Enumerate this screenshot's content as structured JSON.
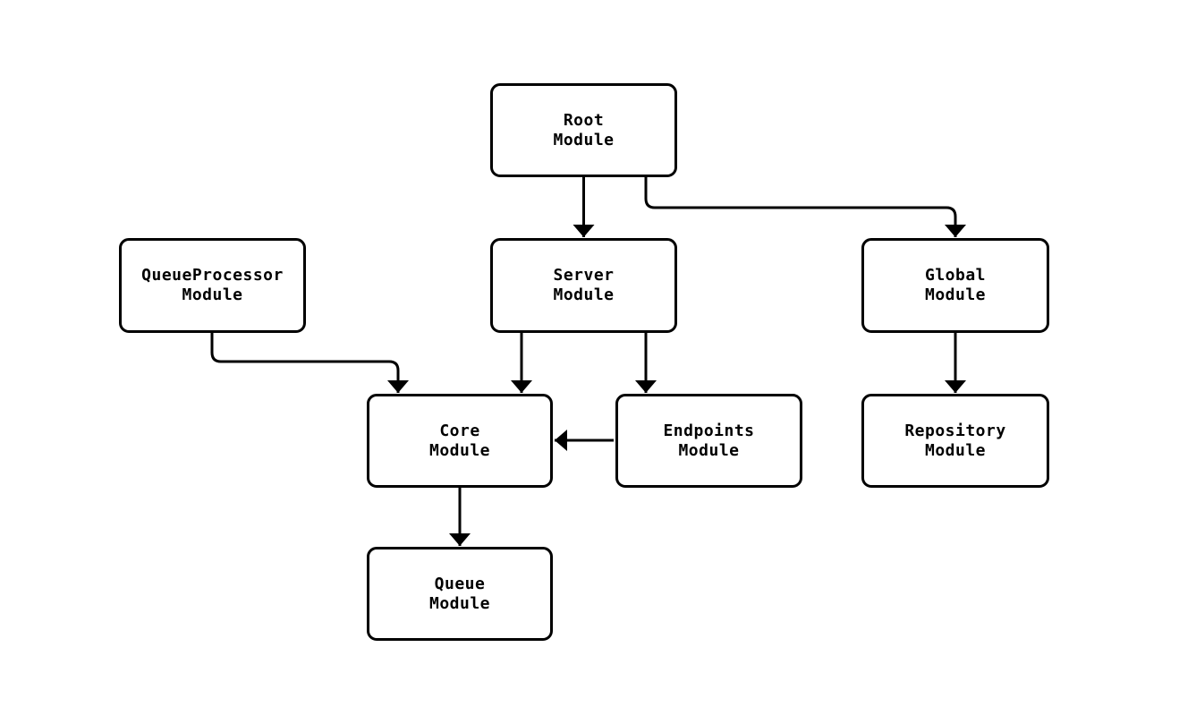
{
  "diagram": {
    "colors": {
      "background": "#ffffff",
      "stroke": "#000000",
      "node_fill": "#ffffff",
      "text": "#000000"
    },
    "nodes": {
      "root": {
        "label": "Root\nModule"
      },
      "queue_processor": {
        "label": "QueueProcessor\nModule"
      },
      "server": {
        "label": "Server\nModule"
      },
      "global": {
        "label": "Global\nModule"
      },
      "core": {
        "label": "Core\nModule"
      },
      "endpoints": {
        "label": "Endpoints\nModule"
      },
      "repository": {
        "label": "Repository\nModule"
      },
      "queue": {
        "label": "Queue\nModule"
      }
    },
    "edges": [
      {
        "from": "Root Module",
        "to": "Server Module"
      },
      {
        "from": "Root Module",
        "to": "Global Module"
      },
      {
        "from": "QueueProcessor Module",
        "to": "Core Module"
      },
      {
        "from": "Server Module",
        "to": "Core Module"
      },
      {
        "from": "Server Module",
        "to": "Endpoints Module"
      },
      {
        "from": "Endpoints Module",
        "to": "Core Module"
      },
      {
        "from": "Global Module",
        "to": "Repository Module"
      },
      {
        "from": "Core Module",
        "to": "Queue Module"
      }
    ]
  }
}
